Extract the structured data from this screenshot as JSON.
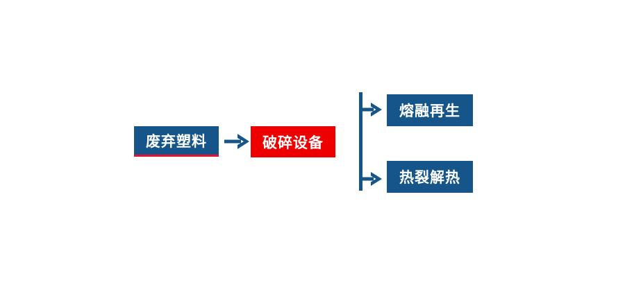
{
  "diagram": {
    "type": "process-flow",
    "background_color": "#ffffff",
    "colors": {
      "primary_blue": "#15558A",
      "accent_red": "#EE0000",
      "underline_red": "#E8102A",
      "node_text": "#ffffff"
    },
    "nodes": [
      {
        "id": "waste-plastic",
        "label": "废弃塑料",
        "fill": "#15558A",
        "text_color": "#ffffff",
        "accent_border": "#E8102A",
        "stage": 1
      },
      {
        "id": "crushing-equipment",
        "label": "破碎设备",
        "fill": "#EE0000",
        "text_color": "#ffffff",
        "stage": 2
      },
      {
        "id": "melt-regeneration",
        "label": "熔融再生",
        "fill": "#15558A",
        "text_color": "#ffffff",
        "stage": 3
      },
      {
        "id": "pyrolysis-heat",
        "label": "热裂解热",
        "fill": "#15558A",
        "text_color": "#ffffff",
        "stage": 3
      }
    ],
    "connectors": [
      {
        "id": "main-arrow",
        "icon": "arrow-right-icon",
        "from": "waste-plastic",
        "to": "crushing-equipment",
        "color": "#15558A",
        "style": "straight"
      },
      {
        "id": "branch",
        "icon": "branch-split-arrows-icon",
        "from": "crushing-equipment",
        "to": [
          "melt-regeneration",
          "pyrolysis-heat"
        ],
        "color": "#15558A",
        "style": "bracket-split"
      }
    ]
  }
}
